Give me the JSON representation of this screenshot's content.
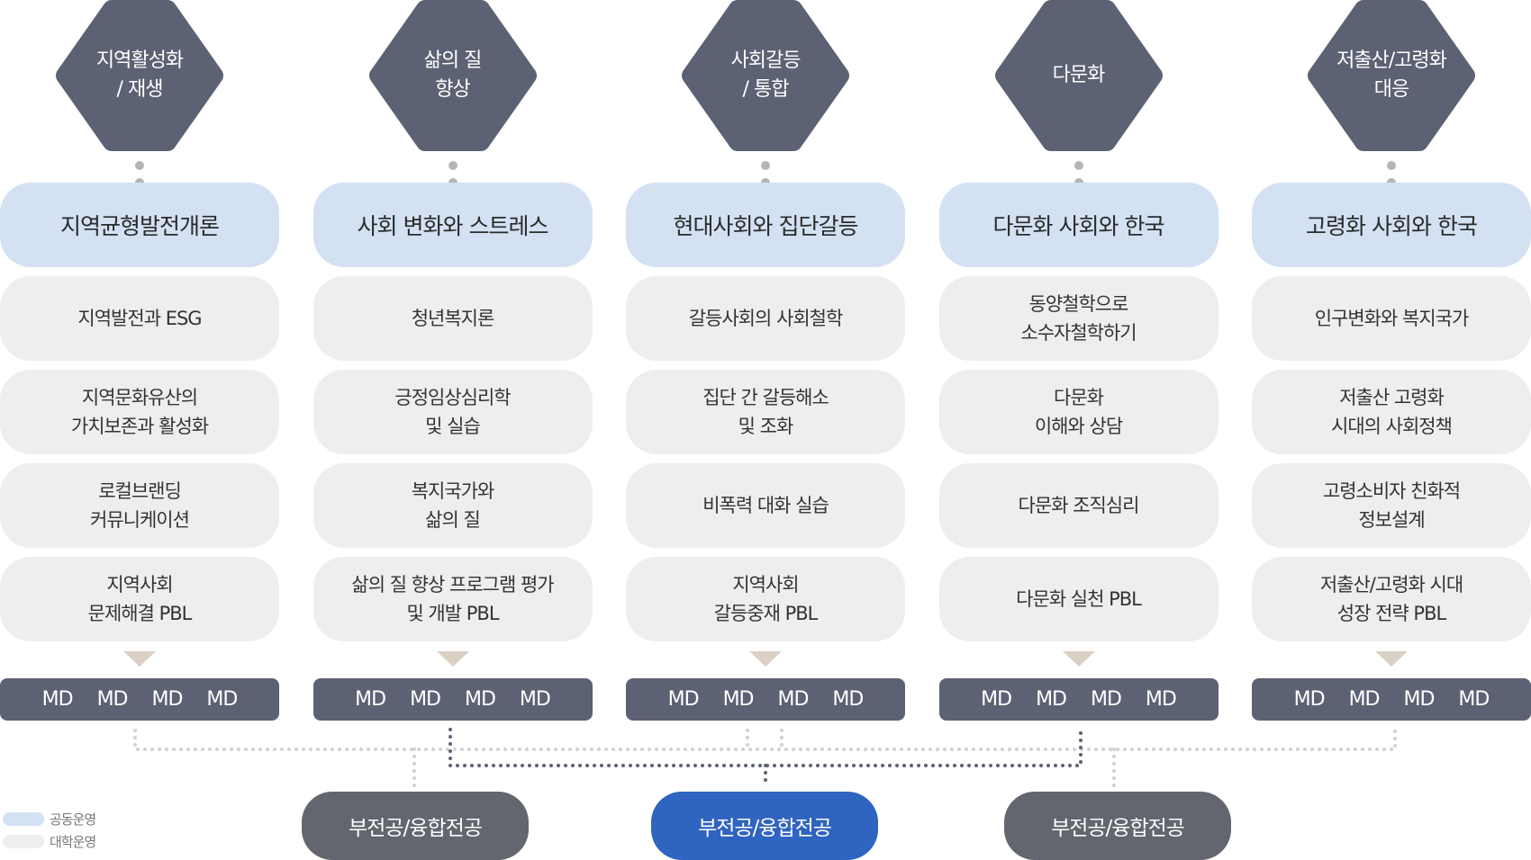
{
  "colors": {
    "hexagon": "#5c6273",
    "joint": "#d3e1f3",
    "university": "#eeeeee",
    "md_bar": "#5c6273",
    "pill_gray": "#63666e",
    "pill_blue": "#2f64c0",
    "chevron": "#dbd0c4"
  },
  "columns": [
    {
      "theme": "지역활성화\n/ 재생",
      "main": "지역균형발전개론",
      "subs": [
        "지역발전과 ESG",
        "지역문화유산의\n가치보존과 활성화",
        "로컬브랜딩\n커뮤니케이션",
        "지역사회\n문제해결 PBL"
      ],
      "md": [
        "MD",
        "MD",
        "MD",
        "MD"
      ]
    },
    {
      "theme": "삶의 질\n향상",
      "main": "사회 변화와 스트레스",
      "subs": [
        "청년복지론",
        "긍정임상심리학\n및 실습",
        "복지국가와\n삶의 질",
        "삶의 질 향상 프로그램 평가\n및 개발 PBL"
      ],
      "md": [
        "MD",
        "MD",
        "MD",
        "MD"
      ]
    },
    {
      "theme": "사회갈등\n/ 통합",
      "main": "현대사회와 집단갈등",
      "subs": [
        "갈등사회의 사회철학",
        "집단 간 갈등해소\n및 조화",
        "비폭력 대화 실습",
        "지역사회\n갈등중재 PBL"
      ],
      "md": [
        "MD",
        "MD",
        "MD",
        "MD"
      ]
    },
    {
      "theme": "다문화",
      "main": "다문화 사회와 한국",
      "subs": [
        "동양철학으로\n소수자철학하기",
        "다문화\n이해와 상담",
        "다문화 조직심리",
        "다문화 실천 PBL"
      ],
      "md": [
        "MD",
        "MD",
        "MD",
        "MD"
      ]
    },
    {
      "theme": "저출산/고령화\n대응",
      "main": "고령화 사회와 한국",
      "subs": [
        "인구변화와 복지국가",
        "저출산 고령화\n시대의 사회정책",
        "고령소비자 친화적\n정보설계",
        "저출산/고령화 시대\n성장 전략 PBL"
      ],
      "md": [
        "MD",
        "MD",
        "MD",
        "MD"
      ]
    }
  ],
  "pills": [
    "부전공/융합전공",
    "부전공/융합전공",
    "부전공/융합전공"
  ],
  "legend": [
    {
      "label": "공동운영"
    },
    {
      "label": "대학운영"
    }
  ]
}
